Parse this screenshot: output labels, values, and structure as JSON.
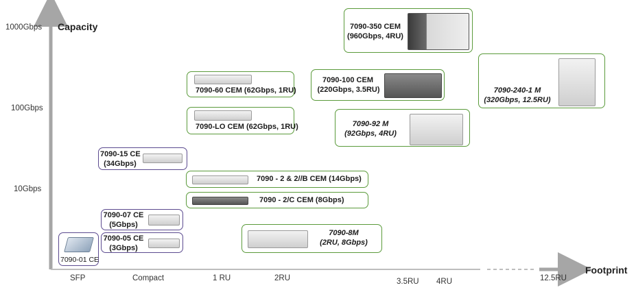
{
  "y_axis": {
    "title": "Capacity",
    "ticks": [
      "1000Gbps",
      "100Gbps",
      "10Gbps"
    ]
  },
  "x_axis": {
    "title": "Footprint",
    "ticks": [
      "SFP",
      "Compact",
      "1 RU",
      "2RU",
      "3.5RU",
      "4RU",
      "12.5RU"
    ]
  },
  "products": {
    "p350": {
      "l1": "7090-350 CEM",
      "l2": "(960Gbps, 4RU)"
    },
    "p60": "7090-60 CEM (62Gbps, 1RU)",
    "p100": {
      "l1": "7090-100 CEM",
      "l2": "(220Gbps, 3.5RU)"
    },
    "p240": {
      "l1": "7090-240-1 M",
      "l2": "(320Gbps, 12.5RU)"
    },
    "plo": "7090-LO CEM (62Gbps, 1RU)",
    "p92": {
      "l1": "7090-92 M",
      "l2": "(92Gbps, 4RU)"
    },
    "p15": {
      "l1": "7090-15 CE",
      "l2": "(34Gbps)"
    },
    "p2b": "7090 - 2 & 2//B CEM (14Gbps)",
    "p2c": "7090 - 2/C CEM (8Gbps)",
    "p07": {
      "l1": "7090-07 CE",
      "l2": "(5Gbps)"
    },
    "p05": {
      "l1": "7090-05 CE",
      "l2": "(3Gbps)"
    },
    "p8m": {
      "l1": "7090-8M",
      "l2": "(2RU, 8Gbps)"
    },
    "p01": "7090-01 CE"
  },
  "colors": {
    "green_border": "#5a9a3a",
    "purple_border": "#5b4a8f",
    "axis": "#a6a6a6"
  }
}
